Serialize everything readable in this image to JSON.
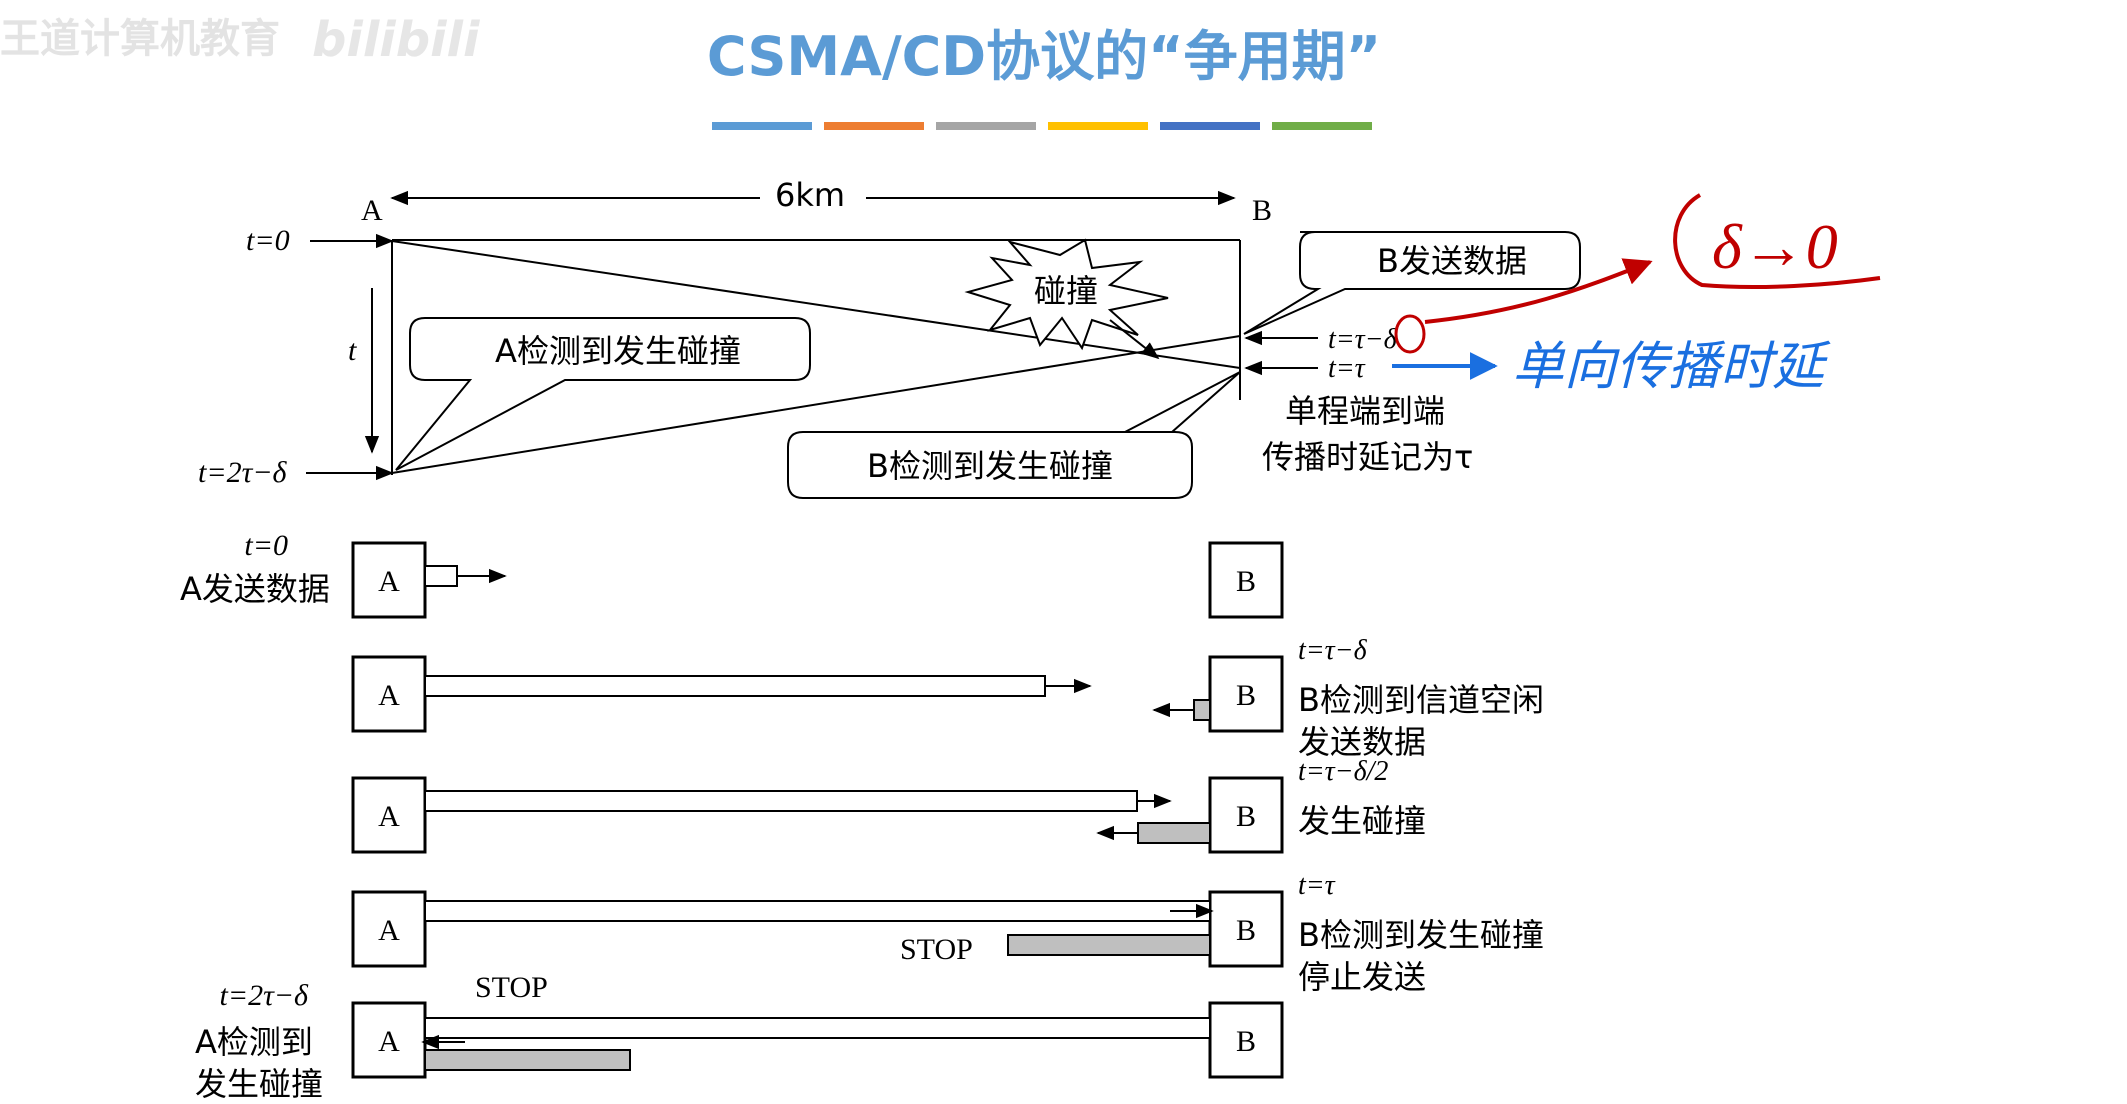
{
  "watermark": {
    "text": "王道计算机教育",
    "logo": "bilibili"
  },
  "slide": {
    "title": "CSMA/CD协议的“争用期”",
    "title_color": "#5b9bd5",
    "accent_bars": [
      "#5b9bd5",
      "#ed7d31",
      "#a5a5a5",
      "#ffc000",
      "#4472c4",
      "#70ad47"
    ]
  },
  "timing": {
    "distance": "6km",
    "node_a": "A",
    "node_b": "B",
    "t0": "t=0",
    "t_axis": "t",
    "t_2tau_delta": "t=2τ−δ",
    "t_tau_delta": "t=τ−δ",
    "t_tau": "t=τ",
    "collision_burst": "碰撞",
    "callout_b_send": "B发送数据",
    "callout_a_detect": "A检测到发生碰撞",
    "callout_b_detect": "B检测到发生碰撞",
    "note_line1": "单程端到端",
    "note_line2": "传播时延记为τ"
  },
  "annotations": {
    "red_note": "δ→0",
    "blue_note": "单向传播时延"
  },
  "rows": [
    {
      "a": "A",
      "b": "B",
      "left_time": "t=0",
      "left_desc": [
        "A发送数据"
      ],
      "right_lines": [],
      "stop": ""
    },
    {
      "a": "A",
      "b": "B",
      "left_time": "",
      "left_desc": [],
      "right_lines": [
        "t=τ−δ",
        "B检测到信道空闲",
        "发送数据"
      ],
      "stop": ""
    },
    {
      "a": "A",
      "b": "B",
      "left_time": "",
      "left_desc": [],
      "right_lines": [
        "t=τ−δ/2",
        "发生碰撞"
      ],
      "stop": ""
    },
    {
      "a": "A",
      "b": "B",
      "left_time": "",
      "left_desc": [],
      "right_lines": [
        "t=τ",
        "B检测到发生碰撞",
        "停止发送"
      ],
      "stop": "STOP"
    },
    {
      "a": "A",
      "b": "B",
      "left_time": "t=2τ−δ",
      "left_desc": [
        "A检测到",
        "发生碰撞"
      ],
      "right_lines": [],
      "stop": "STOP"
    }
  ]
}
